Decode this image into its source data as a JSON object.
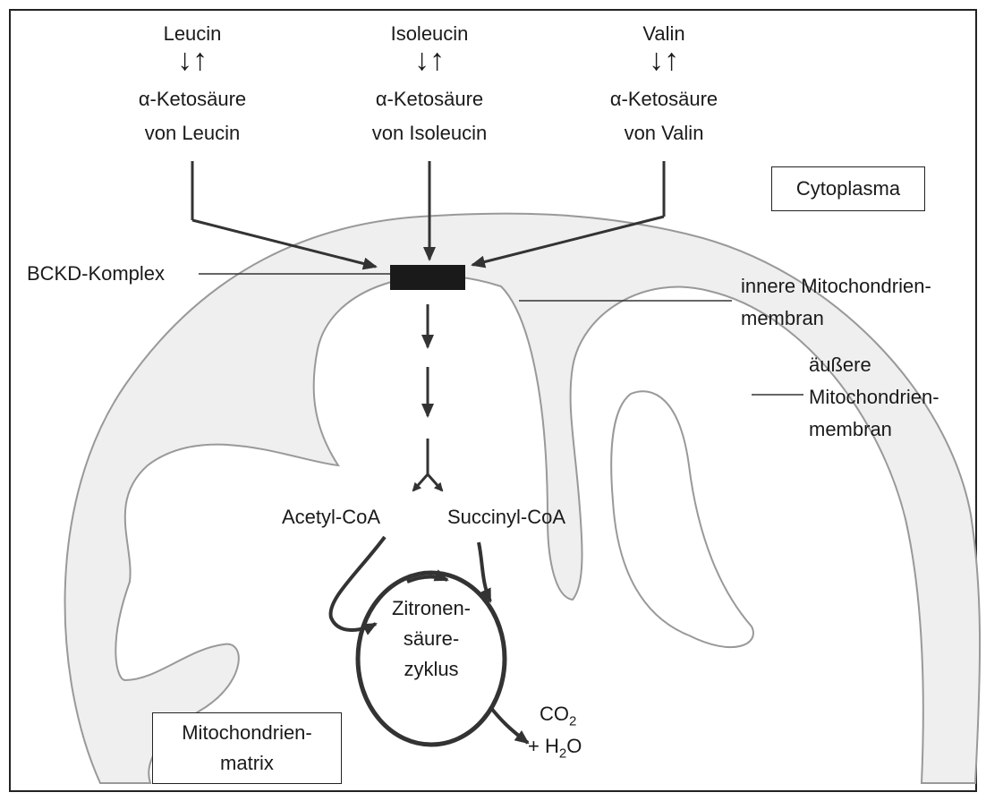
{
  "amino_acids": [
    {
      "name": "Leucin",
      "keto_line1": "α-Ketosäure",
      "keto_line2": "von Leucin"
    },
    {
      "name": "Isoleucin",
      "keto_line1": "α-Ketosäure",
      "keto_line2": "von Isoleucin"
    },
    {
      "name": "Valin",
      "keto_line1": "α-Ketosäure",
      "keto_line2": "von Valin"
    }
  ],
  "reversible_symbol": "↓↑",
  "labels": {
    "cytoplasma": "Cytoplasma",
    "bckd": "BCKD-Komplex",
    "inner_membrane_1": "innere Mitochondrien-",
    "inner_membrane_2": "membran",
    "outer_membrane_1": "äußere",
    "outer_membrane_2": "Mitochondrien-",
    "outer_membrane_3": "membran",
    "acetyl": "Acetyl-CoA",
    "succinyl": "Succinyl-CoA",
    "cycle_1": "Zitronen-",
    "cycle_2": "säure-",
    "cycle_3": "zyklus",
    "co2": "CO",
    "co2_sub": "2",
    "h2o_prefix": "+ H",
    "h2o_sub": "2",
    "h2o_suffix": "O",
    "matrix_1": "Mitochondrien-",
    "matrix_2": "matrix"
  },
  "colors": {
    "membrane_fill": "#efefef",
    "membrane_stroke": "#999999",
    "line": "#333333",
    "bckd_block": "#1a1a1a"
  }
}
